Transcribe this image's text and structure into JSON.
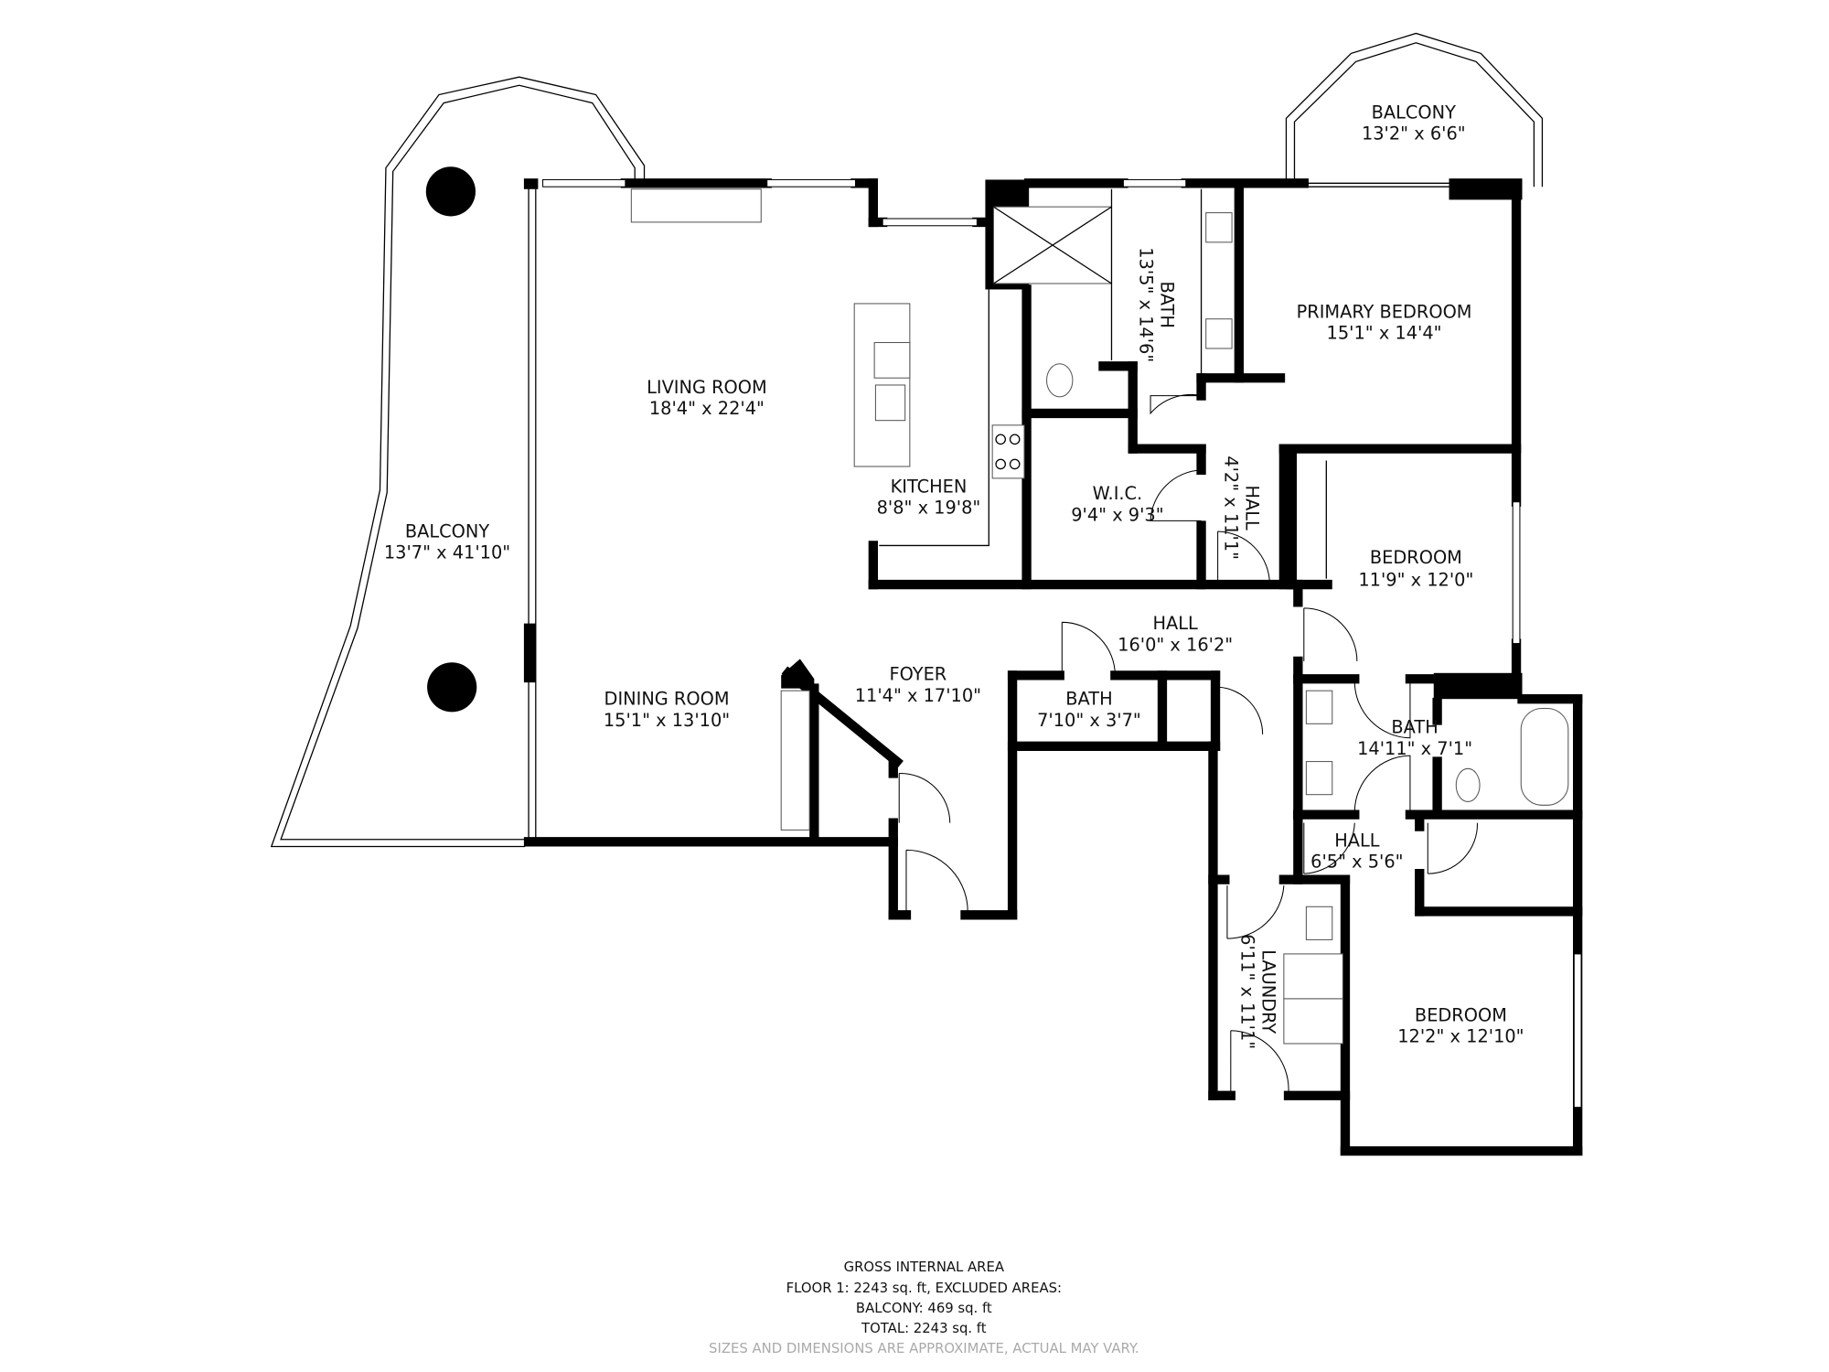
{
  "rooms": {
    "balcony_top": {
      "name": "BALCONY",
      "size": "13'2\" x 6'6\""
    },
    "primary_bedroom": {
      "name": "PRIMARY BEDROOM",
      "size": "15'1\" x 14'4\""
    },
    "primary_bath": {
      "name": "BATH",
      "size": "13'5\" x 14'6\""
    },
    "living_room": {
      "name": "LIVING ROOM",
      "size": "18'4\" x 22'4\""
    },
    "kitchen": {
      "name": "KITCHEN",
      "size": "8'8\" x 19'8\""
    },
    "wic": {
      "name": "W.I.C.",
      "size": "9'4\" x 9'3\""
    },
    "hall_upper": {
      "name": "HALL",
      "size": "4'2\" x 11'1\""
    },
    "bedroom_1": {
      "name": "BEDROOM",
      "size": "11'9\" x 12'0\""
    },
    "balcony_left": {
      "name": "BALCONY",
      "size": "13'7\" x 41'10\""
    },
    "hall_main": {
      "name": "HALL",
      "size": "16'0\" x 16'2\""
    },
    "foyer": {
      "name": "FOYER",
      "size": "11'4\" x 17'10\""
    },
    "dining_room": {
      "name": "DINING ROOM",
      "size": "15'1\" x 13'10\""
    },
    "powder_bath": {
      "name": "BATH",
      "size": "7'10\" x 3'7\""
    },
    "bath_2": {
      "name": "BATH",
      "size": "14'11\" x 7'1\""
    },
    "hall_small": {
      "name": "HALL",
      "size": "6'5\" x 5'6\""
    },
    "laundry": {
      "name": "LAUNDRY",
      "size": "6'11\" x 11'1\""
    },
    "bedroom_2": {
      "name": "BEDROOM",
      "size": "12'2\" x 12'10\""
    }
  },
  "footer": {
    "line1": "GROSS INTERNAL AREA",
    "line2": "FLOOR 1: 2243 sq. ft, EXCLUDED AREAS:",
    "line3": "BALCONY: 469 sq. ft",
    "line4": "TOTAL: 2243 sq. ft",
    "disclaimer": "SIZES AND DIMENSIONS ARE APPROXIMATE, ACTUAL MAY VARY."
  }
}
